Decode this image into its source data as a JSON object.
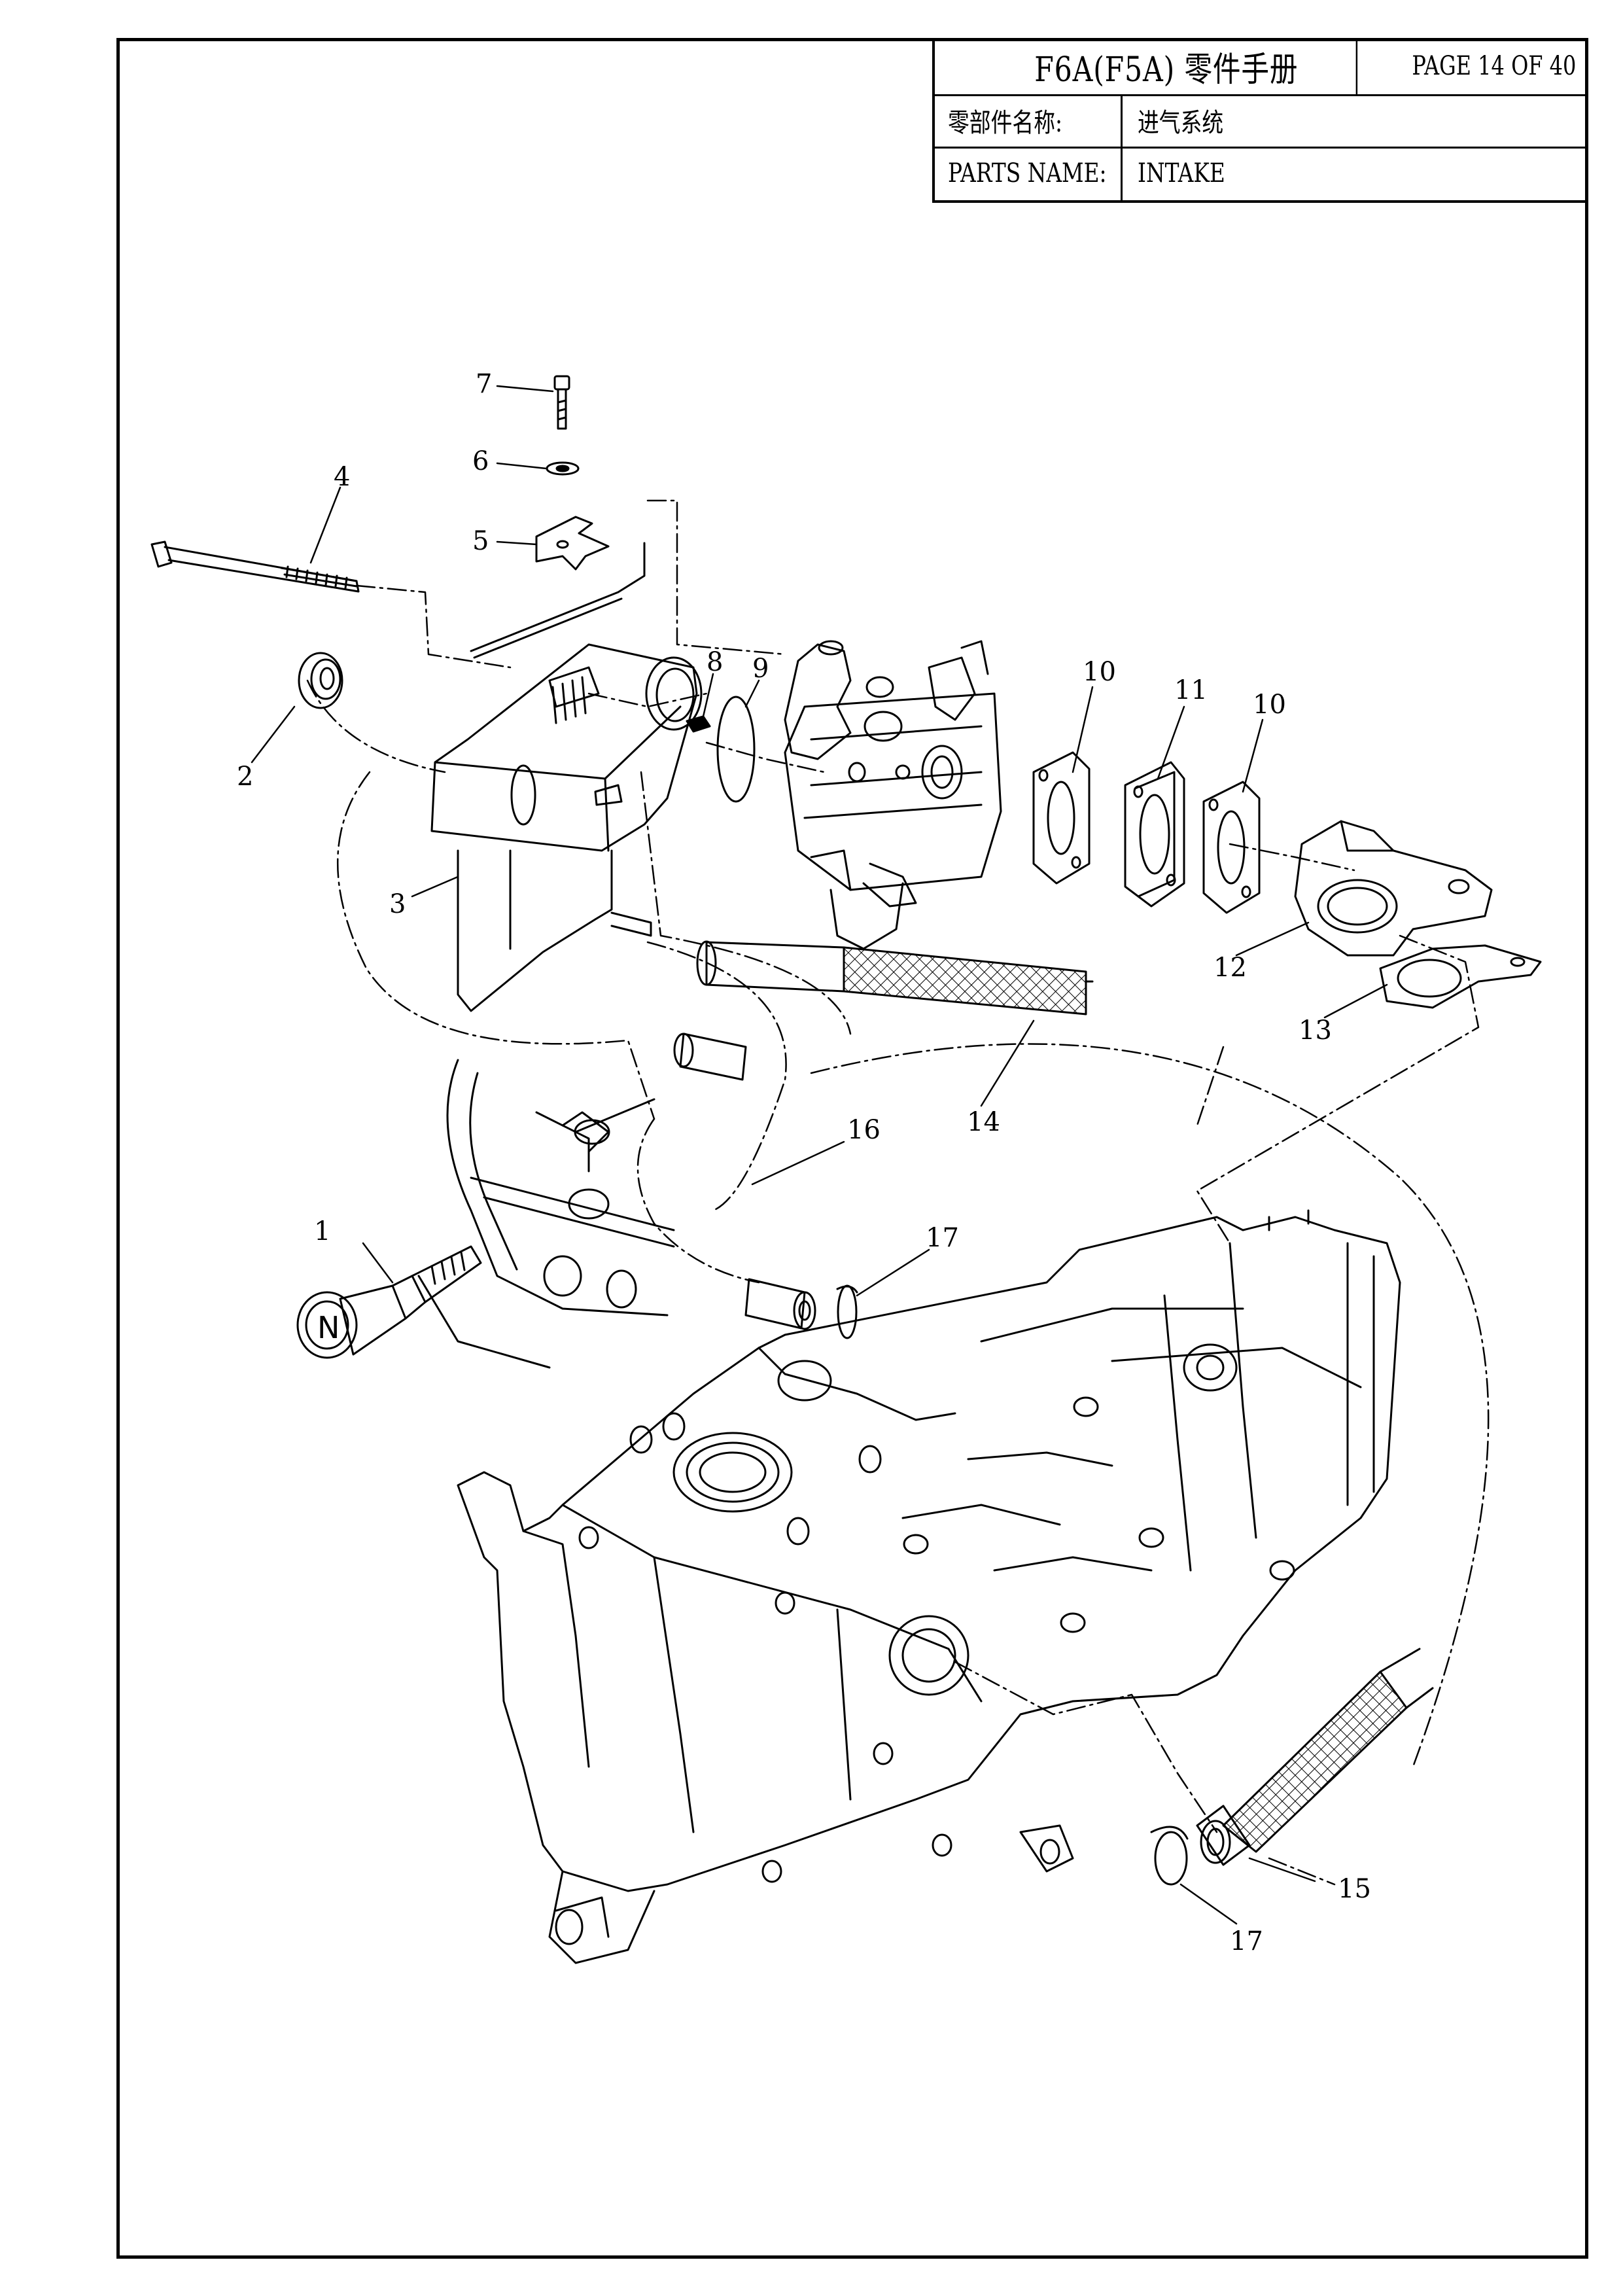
{
  "title_block": {
    "title": "F6A(F5A) 零件手册",
    "page": "PAGE 14 OF 40",
    "parts_name_label_cn": "零部件名称:",
    "parts_name_value_cn": "进气系统",
    "parts_name_label_en": "PARTS NAME:",
    "parts_name_value_en": "INTAKE"
  },
  "callouts": {
    "c1": "1",
    "c2": "2",
    "c3": "3",
    "c4": "4",
    "c5": "5",
    "c6": "6",
    "c7": "7",
    "c8": "8",
    "c9": "9",
    "c10a": "10",
    "c10b": "10",
    "c11": "11",
    "c12": "12",
    "c13": "13",
    "c14": "14",
    "c15": "15",
    "c16": "16",
    "c17a": "17",
    "c17b": "17"
  },
  "knob_letter": "N"
}
